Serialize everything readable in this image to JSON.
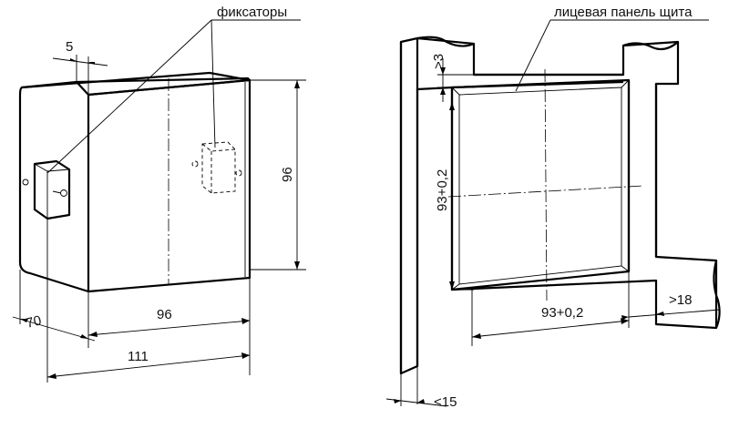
{
  "labels": {
    "latches": "фиксаторы",
    "front_panel": "лицевая панель щита"
  },
  "dimensions": {
    "latch_offset": "5",
    "front_height": "96",
    "depth": "70",
    "front_width": "96",
    "overall_depth": "111",
    "cutout_height": "93+0,2",
    "cutout_width": "93+0,2",
    "frame_top": ">3",
    "frame_side": ">18",
    "panel_thickness": "<15"
  }
}
